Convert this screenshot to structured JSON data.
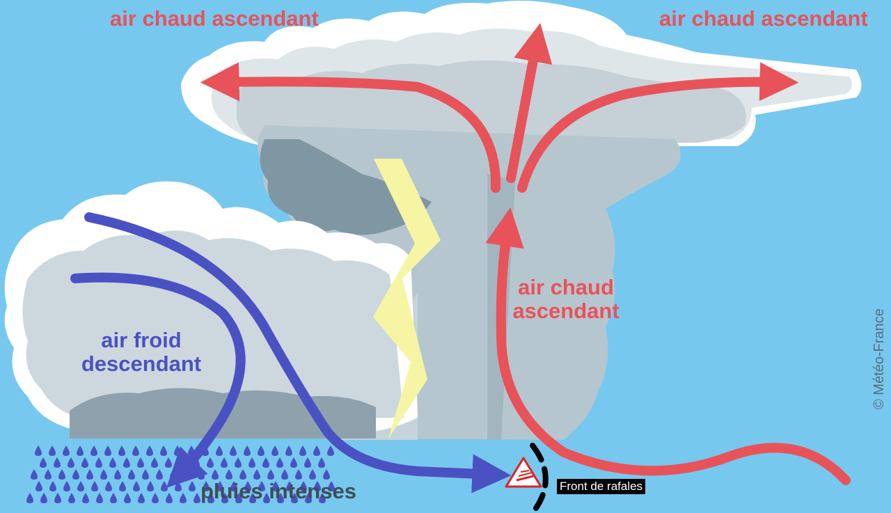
{
  "labels": {
    "warm_rising_top_left": "air chaud ascendant",
    "warm_rising_top_right": "air chaud ascendant",
    "warm_rising_mid_line1": "air chaud",
    "warm_rising_mid_line2": "ascendant",
    "cold_descending_line1": "air froid",
    "cold_descending_line2": "descendant",
    "heavy_rain": "pluies intenses",
    "gust_front": "Front de rafales",
    "credit": "© Météo-France"
  },
  "colors": {
    "sky": "#76c8ef",
    "warm_air": "#e8535a",
    "cold_air": "#4a52c3",
    "lightning": "#f6f5a3",
    "rain": "#4a52c3",
    "cloud_light": "#ffffff",
    "cloud_mid": "#cdd8de",
    "cloud_dark": "#8fa1ac"
  },
  "icons": {
    "warning": "gust-warning-icon",
    "lightning": "lightning-bolt-icon",
    "rain": "raindrop-icon"
  }
}
